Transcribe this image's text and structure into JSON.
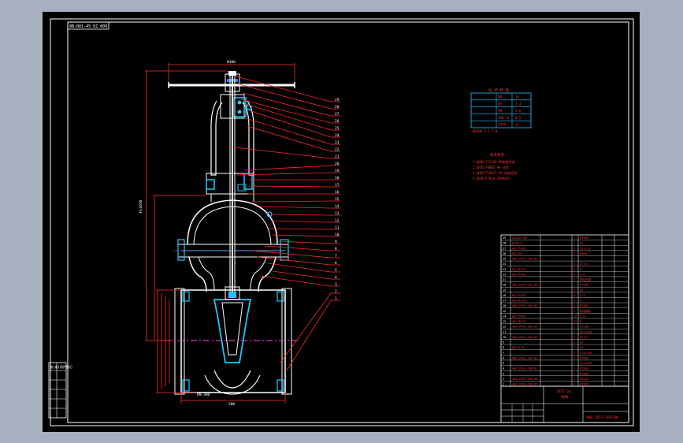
{
  "drawing": {
    "code_tag": "8B-001-45 0Z 009",
    "top_dim": "Φ300",
    "height_dim": "H=1050",
    "bottom_dim_1": "DN-300",
    "bottom_dim_2": "500",
    "part_numbers_right": [
      "1",
      "2",
      "3",
      "4",
      "5",
      "6",
      "7",
      "8",
      "9",
      "10",
      "11",
      "12",
      "13",
      "14",
      "15",
      "16",
      "17",
      "18",
      "19",
      "20",
      "21",
      "22",
      "23",
      "24",
      "25",
      "26",
      "27",
      "28",
      "29"
    ],
    "tech_table": {
      "title": "技 术 特 性",
      "rows": [
        [
          "PN",
          "16"
        ],
        [
          "PS",
          "2.4"
        ],
        [
          "PN",
          "1.6"
        ],
        [
          "200 ℃",
          "0.5"
        ],
        [
          "Z45T",
          "水"
        ]
      ],
      "footer": "DN300 2.1.7.8"
    },
    "notes": {
      "title": "技术要求",
      "lines": [
        "1.按GB/T12234-89制造验收",
        "2.按JB/T9092-99 试验",
        "3.按GB/T13927-92 标准检验",
        "4.按JB/T7928-1999执行"
      ]
    },
    "bom_rows": [
      [
        "29",
        "ZG230-450",
        "1",
        "HT200"
      ],
      [
        "28",
        "Q235-A",
        "1",
        "35"
      ],
      [
        "27",
        "GB/T5782",
        "4",
        "12-8.8"
      ],
      [
        "26",
        "GB/T93",
        "4",
        "65Mn"
      ],
      [
        "25",
        "408.2HTa-160-09",
        "1",
        ""
      ],
      [
        "24",
        "",
        "1",
        "2Cr13"
      ],
      [
        "23",
        "GB/T6170",
        "8",
        "8"
      ],
      [
        "22",
        "GB/T5782",
        "8",
        "8.8"
      ],
      [
        "21",
        "",
        "1",
        "柔性石墨"
      ],
      [
        "20",
        "408.2HTa-160-06",
        "1",
        "HT200"
      ],
      [
        "19",
        "",
        "1",
        "35"
      ],
      [
        "18",
        "GB/T5782",
        "8",
        "8.8"
      ],
      [
        "17",
        "GB/T6170",
        "8",
        "8"
      ],
      [
        "16",
        "408.2HTa-160-05",
        "1",
        "HT200"
      ],
      [
        "15",
        "",
        "1",
        "耐油橡胶"
      ],
      [
        "14",
        "GB/T5782",
        "12",
        "8.8"
      ],
      [
        "13",
        "GB/T6170",
        "12",
        "8"
      ],
      [
        "12",
        "408.2HTa-160-04",
        "1",
        "HT200"
      ],
      [
        "11",
        "",
        "1",
        "ZCuZn38"
      ],
      [
        "10",
        "408.2HTa-160-03",
        "1",
        "2Cr13"
      ],
      [
        "9",
        "",
        "1",
        "35"
      ],
      [
        "8",
        "GB/T119",
        "2",
        "45"
      ],
      [
        "7",
        "",
        "2",
        "ZCuZn38"
      ],
      [
        "6",
        "408.2HTa-160-02",
        "1",
        "HT200"
      ],
      [
        "5",
        "",
        "2",
        "ZCuZn38"
      ],
      [
        "4",
        "408.2HTa-160-01",
        "1",
        "HT200"
      ],
      [
        "3",
        "",
        "1",
        "HT200"
      ],
      [
        "2",
        "408.2HTa-160-08",
        "1",
        "ZG230"
      ],
      [
        "1",
        "408.2HTa-160-07",
        "1",
        "HT200"
      ]
    ],
    "title_block": {
      "model": "Z45T-16",
      "name": "闸阀",
      "drawing_no": "408.2HTa-160-00"
    },
    "left_strip_label": "借(通)用件登记"
  }
}
